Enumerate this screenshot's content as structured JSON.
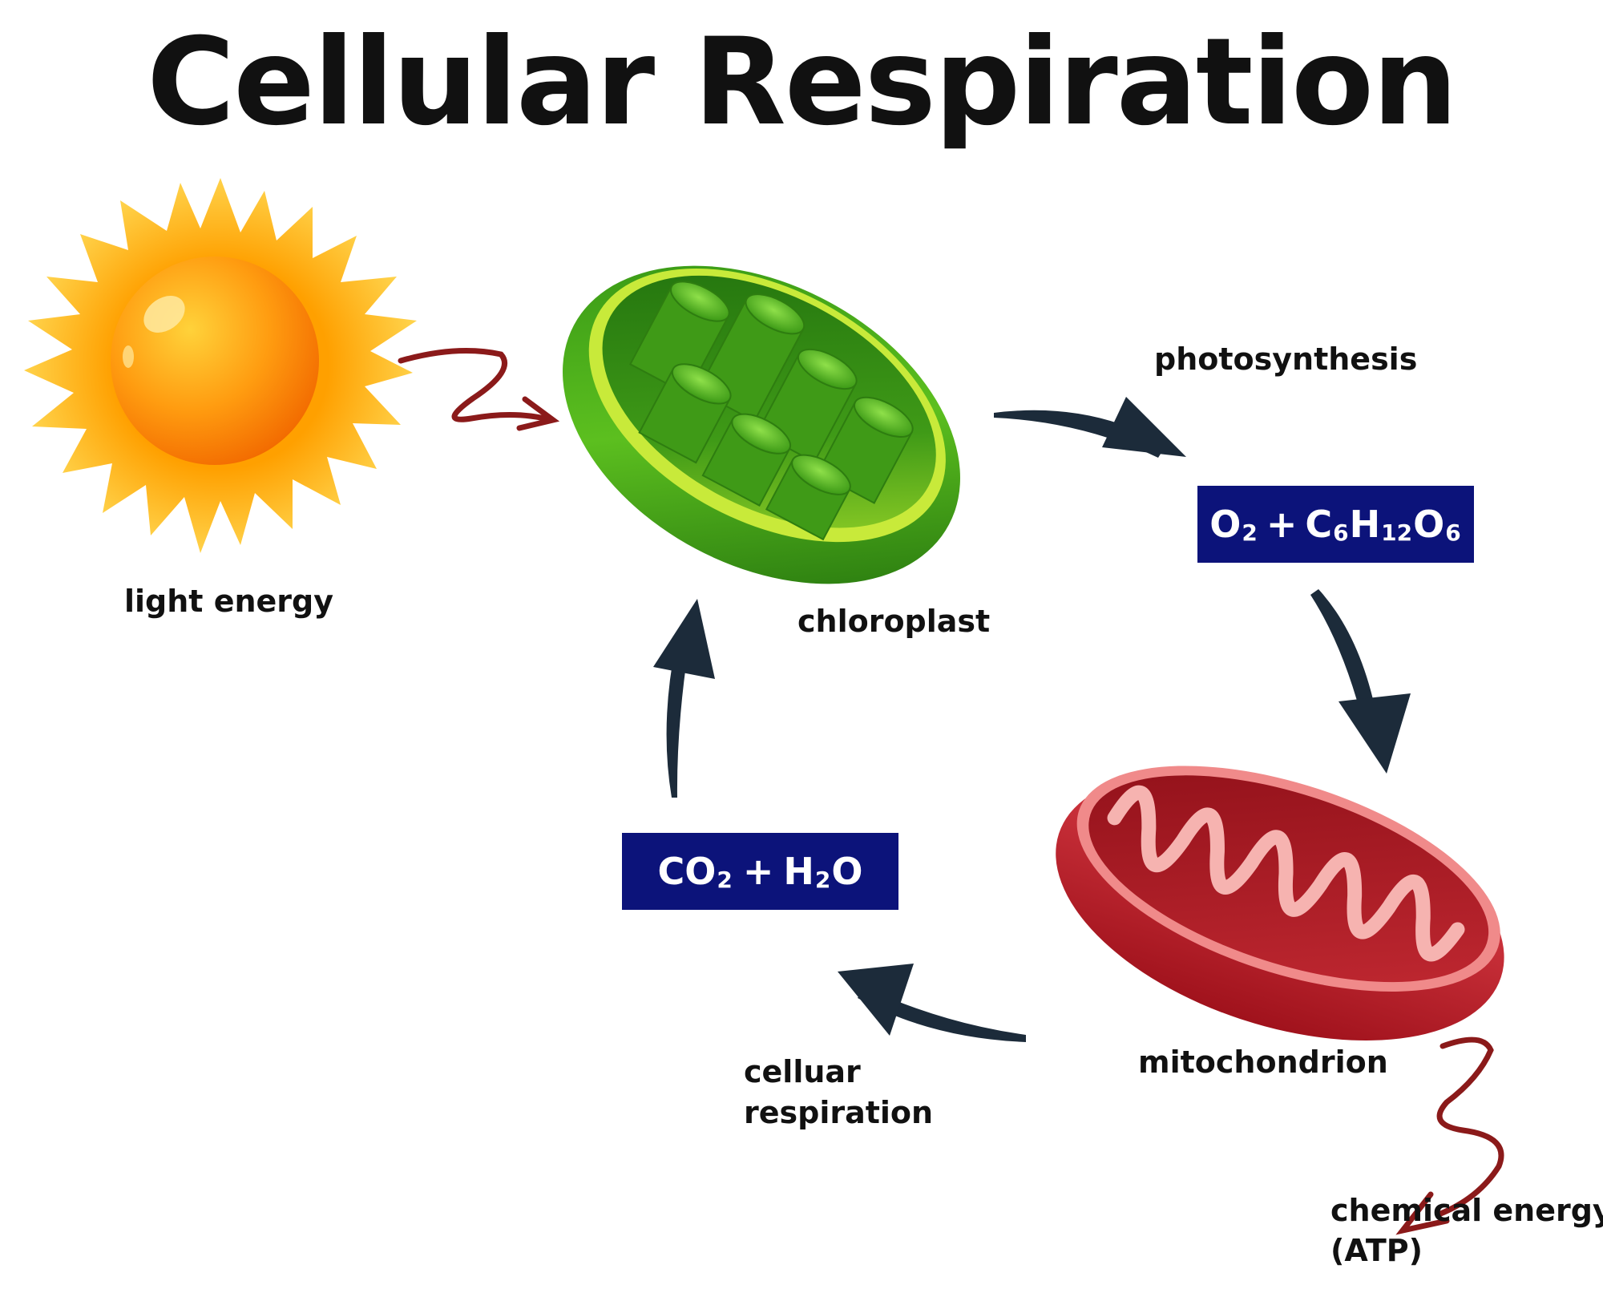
{
  "title": "Cellular Respiration",
  "labels": {
    "light_energy": "light energy",
    "chloroplast": "chloroplast",
    "photosynthesis": "photosynthesis",
    "mitochondrion": "mitochondrion",
    "cellular_respiration_line1": "celluar",
    "cellular_respiration_line2": "respiration",
    "chemical_energy_line1": "chemical energy",
    "chemical_energy_line2": "(ATP)"
  },
  "formulas": {
    "photosynthesis_products": {
      "o": "O",
      "o_sub": "2",
      "plus": "+",
      "c": "C",
      "c_sub": "6",
      "h": "H",
      "h_sub": "12",
      "o2": "O",
      "o2_sub": "6"
    },
    "respiration_products": {
      "co": "CO",
      "co_sub": "2",
      "plus": "+",
      "h": "H",
      "h_sub": "2",
      "o": "O"
    }
  },
  "colors": {
    "formula_box": "#0c137a",
    "arrow_dark": "#1c2b3a",
    "arrow_red": "#8b1a1a",
    "sun_core": "#ff8a00",
    "sun_rays": "#ffb300",
    "chloroplast": "#4aa81e",
    "mitochondrion": "#c8202a"
  },
  "icons": [
    "sun-icon",
    "chloroplast-icon",
    "mitochondrion-icon"
  ]
}
